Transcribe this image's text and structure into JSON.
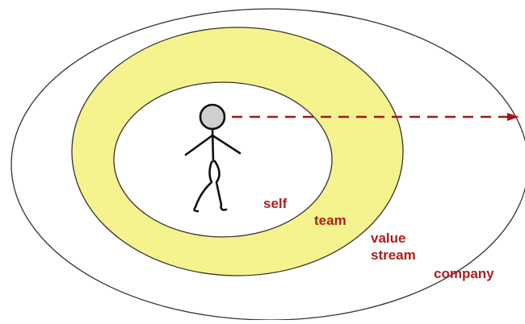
{
  "colors": {
    "outer_ring_fill": "#ffffff",
    "middle_ring_fill": "#f5f38e",
    "inner_circle_fill": "#ffffff",
    "ring_stroke": "#333333",
    "label_color": "#b01c1c",
    "arrow_color": "#a61616",
    "figure_head_fill": "#cfcfcf",
    "figure_stroke": "#111111"
  },
  "figure": {
    "icon": "stick-figure-walking-icon"
  },
  "arrow": {
    "style": "dashed",
    "icon": "dashed-arrow-right-icon"
  },
  "labels": {
    "self": "self",
    "team": "team",
    "value_stream_line1": "value",
    "value_stream_line2": "stream",
    "company": "company"
  }
}
